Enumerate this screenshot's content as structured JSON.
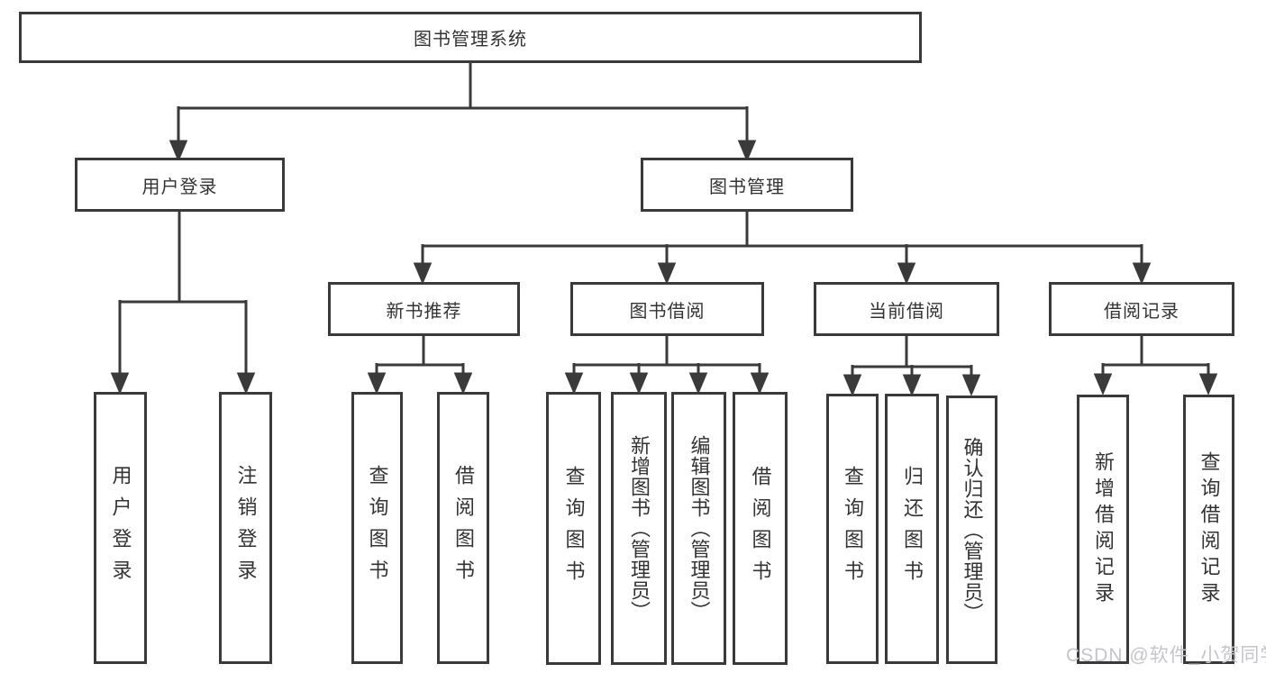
{
  "colors": {
    "line": "#3a3a3a",
    "text": "#333333",
    "background": "#ffffff",
    "watermark": "#c5c5ca"
  },
  "watermark": {
    "text": "CSDN @软件_小贺同学"
  },
  "nodes": {
    "root": "图书管理系统",
    "user_login": "用户登录",
    "book_mgmt": "图书管理",
    "new_rec": "新书推荐",
    "borrow": "图书借阅",
    "current": "当前借阅",
    "records": "借阅记录",
    "ul_login": "用户登录",
    "ul_logout": "注销登录",
    "nr_query": "查询图书",
    "nr_borrow": "借阅图书",
    "bb_query": "查询图书",
    "bb_add": "新增图书（管理员）",
    "bb_edit": "编辑图书（管理员）",
    "bb_borrow": "借阅图书",
    "cb_query": "查询图书",
    "cb_return": "归还图书",
    "cb_confirm": "确认归还（管理员）",
    "br_add": "新增借阅记录",
    "br_query": "查询借阅记录"
  },
  "hierarchy": {
    "label": "图书管理系统",
    "children": [
      {
        "label": "用户登录",
        "children": [
          {
            "label": "用户登录"
          },
          {
            "label": "注销登录"
          }
        ]
      },
      {
        "label": "图书管理",
        "children": [
          {
            "label": "新书推荐",
            "children": [
              {
                "label": "查询图书"
              },
              {
                "label": "借阅图书"
              }
            ]
          },
          {
            "label": "图书借阅",
            "children": [
              {
                "label": "查询图书"
              },
              {
                "label": "新增图书（管理员）"
              },
              {
                "label": "编辑图书（管理员）"
              },
              {
                "label": "借阅图书"
              }
            ]
          },
          {
            "label": "当前借阅",
            "children": [
              {
                "label": "查询图书"
              },
              {
                "label": "归还图书"
              },
              {
                "label": "确认归还（管理员）"
              }
            ]
          },
          {
            "label": "借阅记录",
            "children": [
              {
                "label": "新增借阅记录"
              },
              {
                "label": "查询借阅记录"
              }
            ]
          }
        ]
      }
    ]
  }
}
